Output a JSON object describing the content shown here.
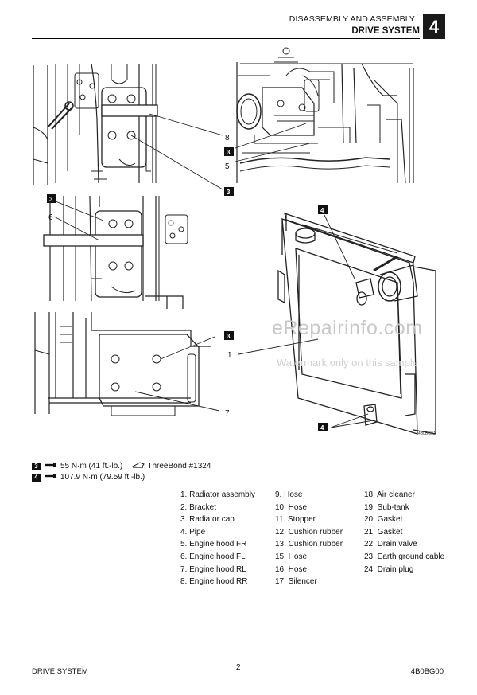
{
  "header": {
    "section": "DISASSEMBLY AND ASSEMBLY",
    "chapter_title": "DRIVE SYSTEM",
    "chapter_number": "4"
  },
  "callouts": {
    "c1": "1",
    "c5": "5",
    "c6": "6",
    "c7": "7",
    "c8": "8",
    "badge3a": "3",
    "badge3b": "3",
    "badge3c": "3",
    "badge3d": "3",
    "badge4a": "4",
    "badge4b": "4"
  },
  "watermark": {
    "site": "eRepairinfo.com",
    "note": "Watermark only on this sample"
  },
  "figure_code": "4B0BG0J",
  "specs": [
    {
      "badge": "3",
      "torque": "55 N·m (41 ft.-lb.)",
      "sealant": "ThreeBond #1324"
    },
    {
      "badge": "4",
      "torque": "107.9 N·m (79.59 ft.-lb.)"
    }
  ],
  "parts_col1": [
    "1. Radiator assembly",
    "2. Bracket",
    "3. Radiator cap",
    "4. Pipe",
    "5. Engine hood FR",
    "6. Engine hood FL",
    "7. Engine hood RL",
    "8. Engine hood RR"
  ],
  "parts_col2": [
    "9. Hose",
    "10. Hose",
    "11. Stopper",
    "12. Cushion rubber",
    "13. Cushion rubber",
    "15. Hose",
    "16. Hose",
    "17. Silencer"
  ],
  "parts_col3": [
    "18. Air cleaner",
    "19. Sub-tank",
    "20. Gasket",
    "21. Gasket",
    "22. Drain valve",
    "23. Earth ground cable",
    "24. Drain plug"
  ],
  "footer": {
    "left": "DRIVE SYSTEM",
    "page": "2",
    "code": "4B0BG00"
  },
  "icons": {
    "wrench": "wrench-icon",
    "sealant": "sealant-tube-icon"
  }
}
